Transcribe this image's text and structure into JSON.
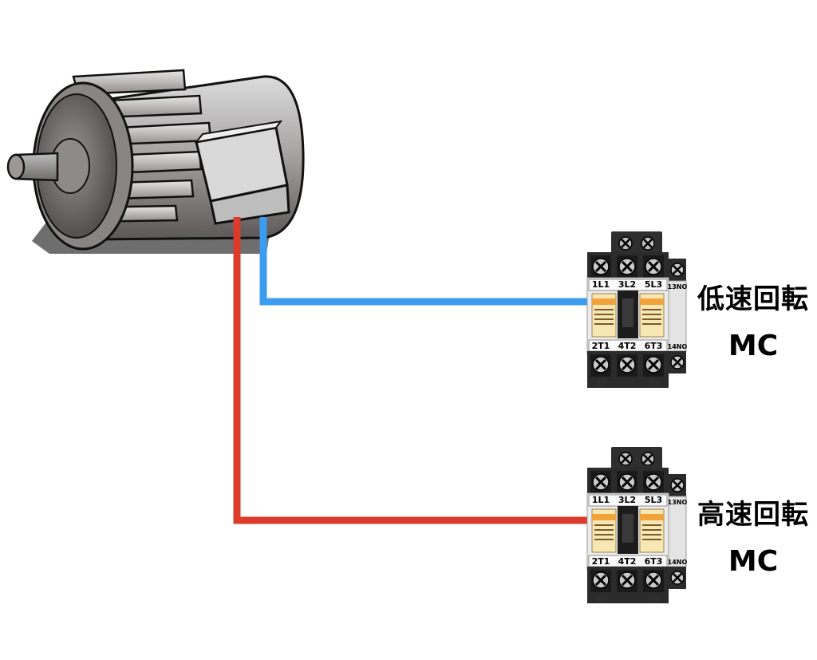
{
  "contactors": [
    {
      "name": "低速回転",
      "suffix": "MC",
      "top_terminals": [
        "1L1",
        "3L2",
        "5L3"
      ],
      "bottom_terminals": [
        "2T1",
        "4T2",
        "6T3"
      ],
      "aux_top": "13NO",
      "aux_bottom": "14NO"
    },
    {
      "name": "高速回転",
      "suffix": "MC",
      "top_terminals": [
        "1L1",
        "3L2",
        "5L3"
      ],
      "bottom_terminals": [
        "2T1",
        "4T2",
        "6T3"
      ],
      "aux_top": "13NO",
      "aux_bottom": "14NO"
    }
  ],
  "colors": {
    "low_speed_wire": "#3b9cf0",
    "high_speed_wire": "#dc3a2a",
    "contactor_body": "#e8e8e8",
    "contactor_label_strip": "#f2a23a"
  }
}
